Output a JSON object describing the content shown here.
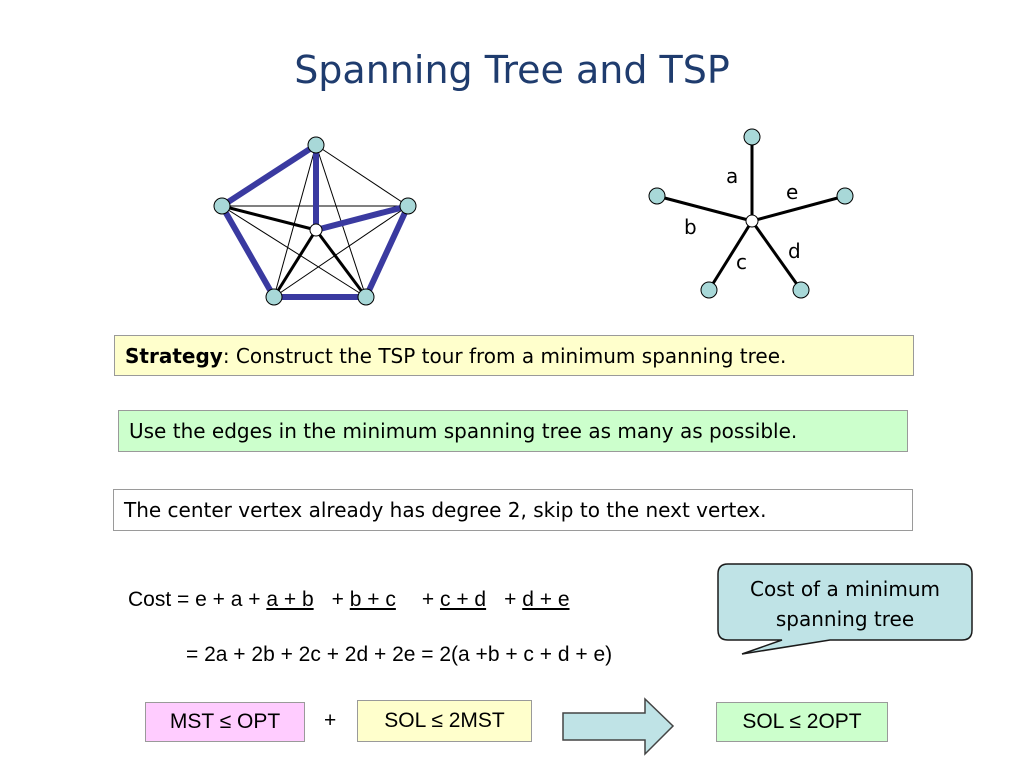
{
  "title": "Spanning Tree and TSP",
  "star_labels": {
    "a": "a",
    "b": "b",
    "c": "c",
    "d": "d",
    "e": "e"
  },
  "strategy": {
    "bold": "Strategy",
    "text": ": Construct the TSP tour from a minimum spanning tree."
  },
  "use_edges": "Use the edges in the minimum spanning tree as many as possible.",
  "center_vertex": "The center vertex already has degree 2, skip to the next vertex.",
  "cost": {
    "prefix": "Cost = e + a + ",
    "t1": "a + b",
    "p2": "+ ",
    "t2": "b + c",
    "p3": "+ ",
    "t3": "c + d",
    "p4": "+ ",
    "t4": "d + e",
    "line2": "= 2a + 2b + 2c + 2d + 2e = 2(a +b + c + d + e)"
  },
  "callout": {
    "line1": "Cost of a minimum",
    "line2": "spanning tree"
  },
  "bottom": {
    "mst": "MST ≤ OPT",
    "plus": "+",
    "sol2mst": "SOL ≤ 2MST",
    "sol2opt": "SOL ≤ 2OPT"
  },
  "colors": {
    "title": "#1f3c6e",
    "tour": "#3a3aa0",
    "node_fill": "#a8d8d8",
    "callout_fill": "#bfe3e6"
  }
}
